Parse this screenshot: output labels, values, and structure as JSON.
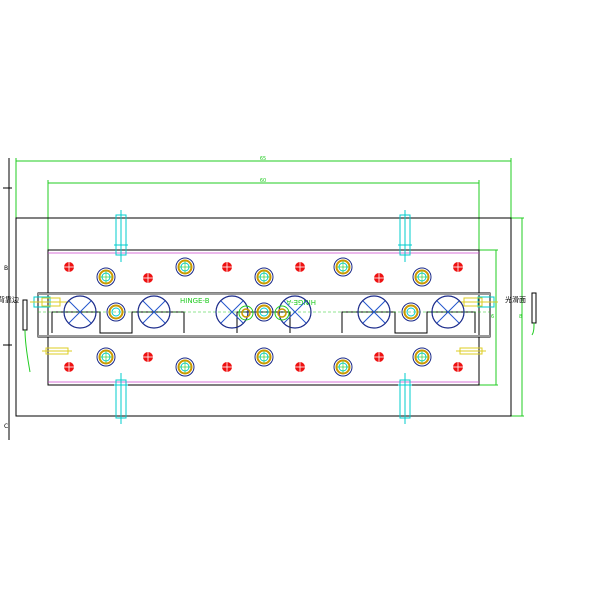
{
  "labels": {
    "hinge_b": "HINGE-B",
    "hinge_a": "HINGE-A",
    "left_side_text": "背靠边",
    "right_side_text": "光滑面",
    "dim_overall": "65",
    "dim_inner": "60",
    "dim_right_outer": "8",
    "dim_right_inner": "6",
    "marker_b": "B",
    "marker_c": "C"
  },
  "colors": {
    "background": "#ffffff",
    "dimension": "#22cc22",
    "outline": "#000000",
    "centerline": "#00cccc",
    "bolt_red": "#ee1111",
    "pin_gold": "#cc9900",
    "circle_navy": "#1a2a8a",
    "cross_blue": "#2255cc",
    "strip": "#9a9a9a",
    "frame_magenta": "#cc44cc",
    "bracket_yellow": "#ddcc22"
  }
}
